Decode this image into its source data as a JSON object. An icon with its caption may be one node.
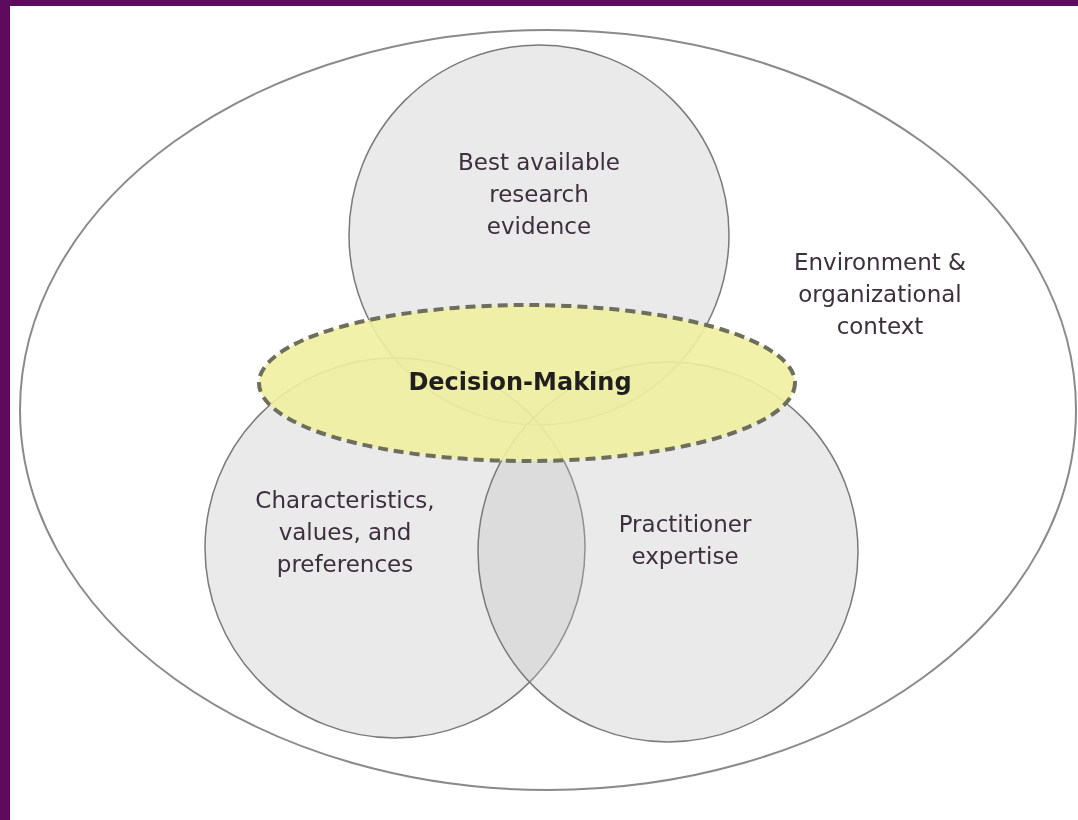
{
  "diagram": {
    "nodes": [
      {
        "text": [
          "Environment & organizational context"
        ]
      },
      {
        "text": [
          "Best available research evidence"
        ],
        "in": 0
      },
      {
        "text": [
          "Characteristics, values, and preferences"
        ],
        "in": 0
      },
      {
        "text": [
          "Practitioner expertise"
        ],
        "in": 0
      },
      {
        "text": [
          "Decision-Making"
        ],
        "in": 0
      }
    ]
  }
}
